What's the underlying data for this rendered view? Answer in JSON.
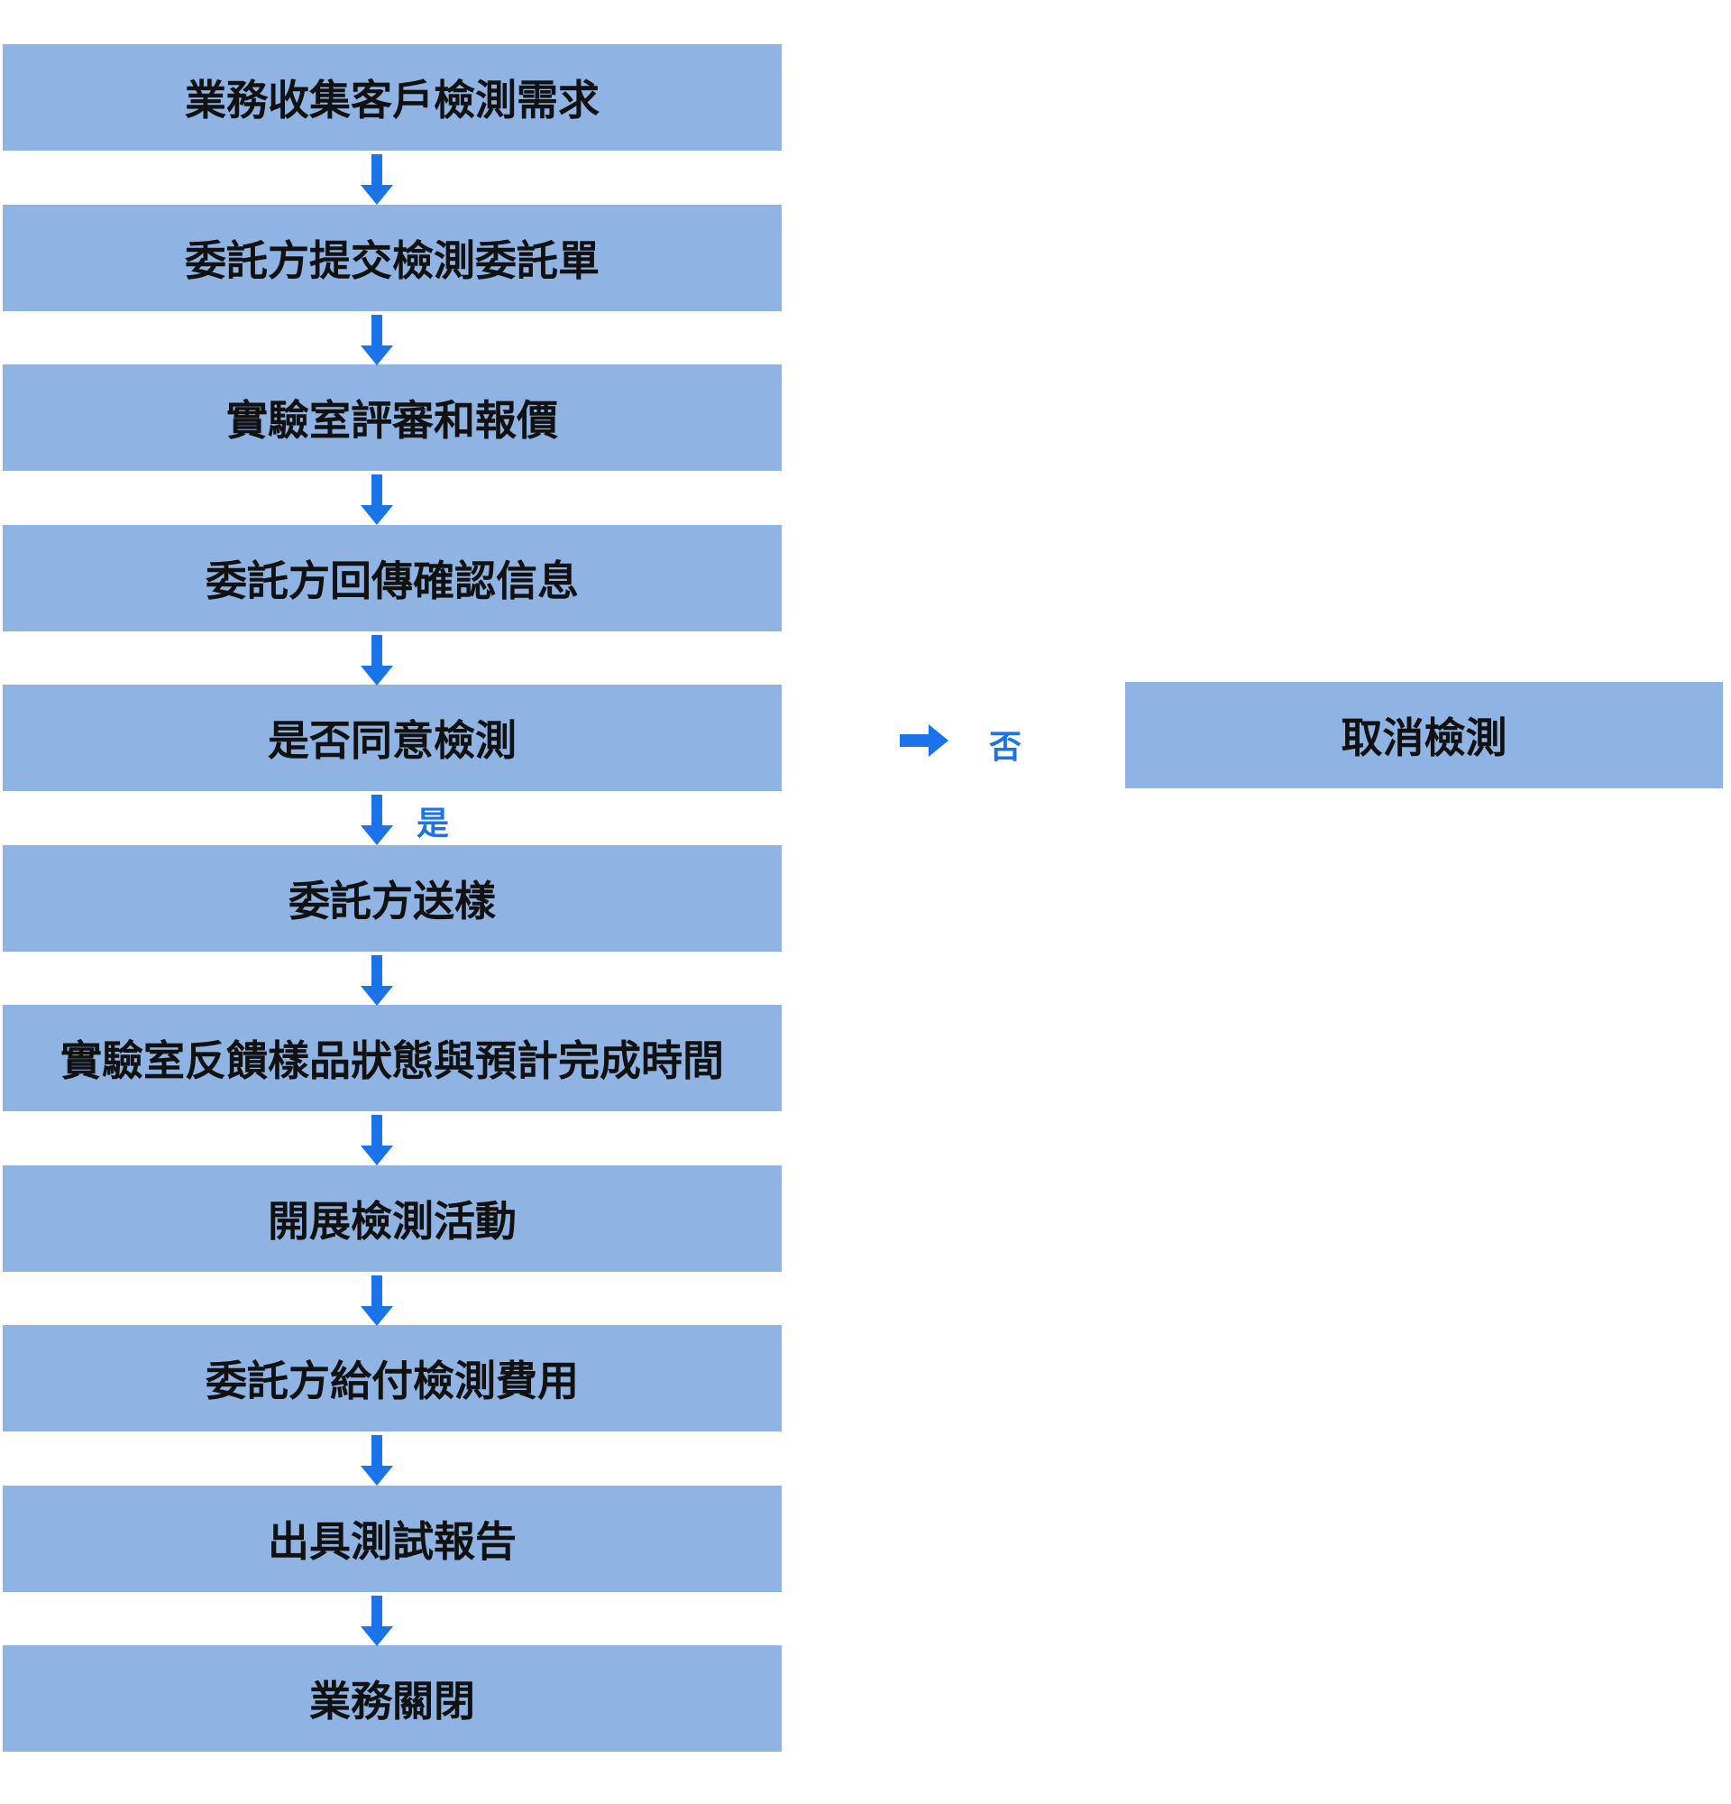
{
  "accent_color": "#1a73e8",
  "box_color": "#8fb3e2",
  "steps": [
    {
      "label": "業務收集客戶檢測需求"
    },
    {
      "label": "委託方提交檢測委託單"
    },
    {
      "label": "實驗室評審和報價"
    },
    {
      "label": "委託方回傳確認信息"
    },
    {
      "label": "是否同意檢測"
    },
    {
      "label": "委託方送樣"
    },
    {
      "label": "實驗室反饋樣品狀態與預計完成時間"
    },
    {
      "label": "開展檢測活動"
    },
    {
      "label": "委託方給付檢測費用"
    },
    {
      "label": "出具測試報告"
    },
    {
      "label": "業務關閉"
    }
  ],
  "decision": {
    "yes_label": "是",
    "no_label": "否",
    "no_target": "取消檢測"
  }
}
